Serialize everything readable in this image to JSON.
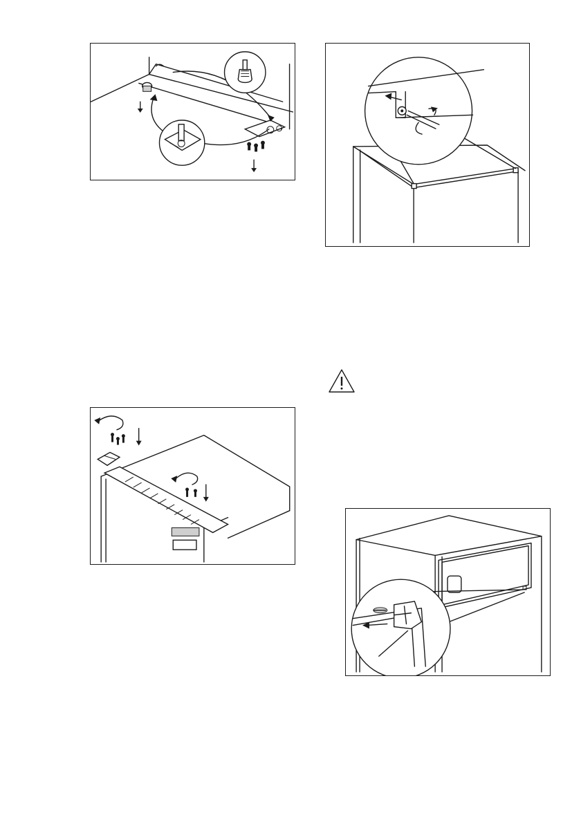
{
  "figures": [
    {
      "id": "fig-door-hinge-bottom",
      "description_icon": "hinge-removal-illustration"
    },
    {
      "id": "fig-top-cover-screws",
      "description_icon": "screwdriver-rotate-illustration"
    },
    {
      "id": "fig-top-hinge-screws",
      "description_icon": "top-hinge-removal-illustration"
    },
    {
      "id": "fig-handle-clip",
      "description_icon": "clip-slide-illustration"
    }
  ],
  "warning": {
    "icon": "warning-triangle-icon",
    "symbol": "!"
  },
  "colors": {
    "ink": "#1a1a1a",
    "background": "#ffffff"
  }
}
